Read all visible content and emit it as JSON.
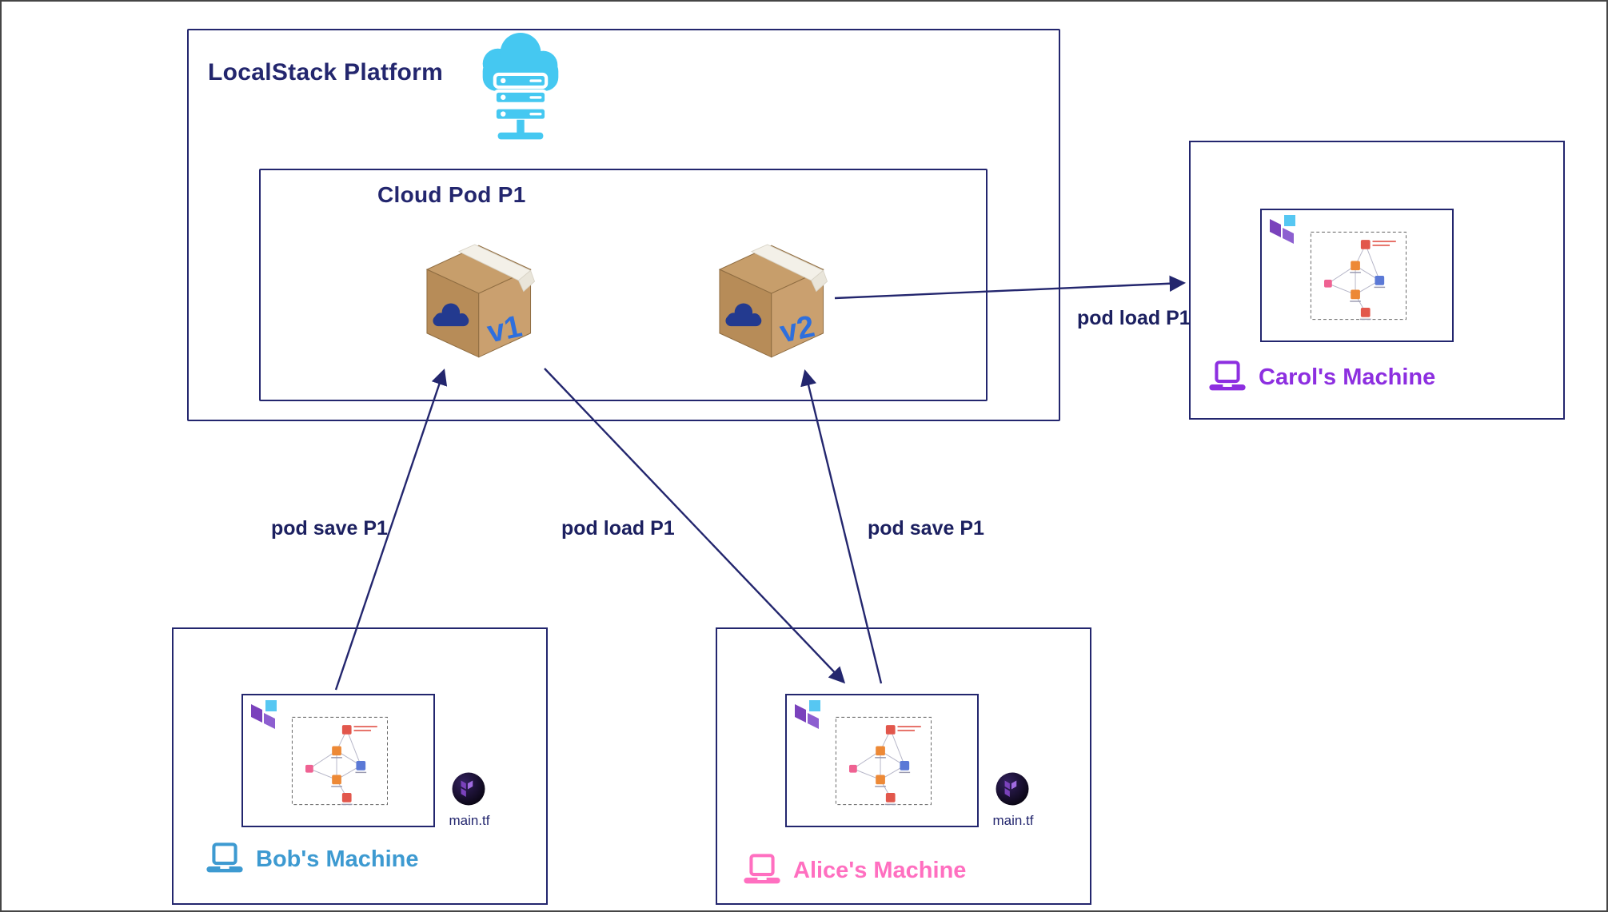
{
  "platform": {
    "label": "LocalStack Platform"
  },
  "cloud_pod": {
    "label": "Cloud Pod P1",
    "pods": [
      {
        "label": "v1"
      },
      {
        "label": "v2"
      }
    ]
  },
  "machines": {
    "bob": {
      "label": "Bob's Machine",
      "file_label": "main.tf",
      "color": "#3d9ad1"
    },
    "alice": {
      "label": "Alice's Machine",
      "file_label": "main.tf",
      "color": "#ff6fc0"
    },
    "carol": {
      "label": "Carol's Machine",
      "color": "#8d2fe0"
    }
  },
  "arrows": [
    {
      "from": "bob-machine",
      "to": "pod-v1",
      "label": "pod save P1"
    },
    {
      "from": "pod-v1",
      "to": "alice-machine",
      "label": "pod load P1"
    },
    {
      "from": "alice-machine",
      "to": "pod-v2",
      "label": "pod save P1"
    },
    {
      "from": "pod-v2",
      "to": "carol-machine",
      "label": "pod load P1"
    }
  ],
  "colors": {
    "outline_navy": "#23266e",
    "accent_blue": "#45c8f1",
    "pod_version_blue": "#2e6fdd",
    "package_tan": "#c79e6b",
    "bob_blue": "#3d9ad1",
    "alice_pink": "#ff6fc0",
    "carol_purple": "#8d2fe0"
  }
}
